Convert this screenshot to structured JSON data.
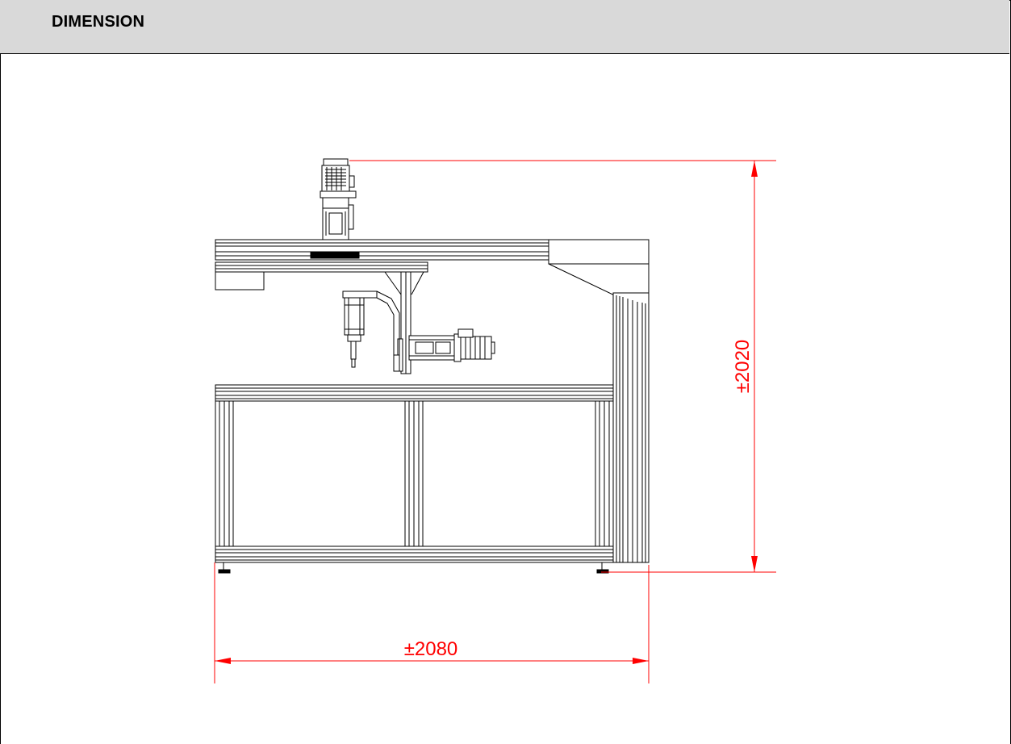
{
  "header": {
    "title": "DIMENSION"
  },
  "dimensions": {
    "width_label": "±2080",
    "height_label": "±2020"
  },
  "colors": {
    "dimension": "#ff0000",
    "outline": "#000000",
    "header_bg": "#d9d9d9"
  }
}
